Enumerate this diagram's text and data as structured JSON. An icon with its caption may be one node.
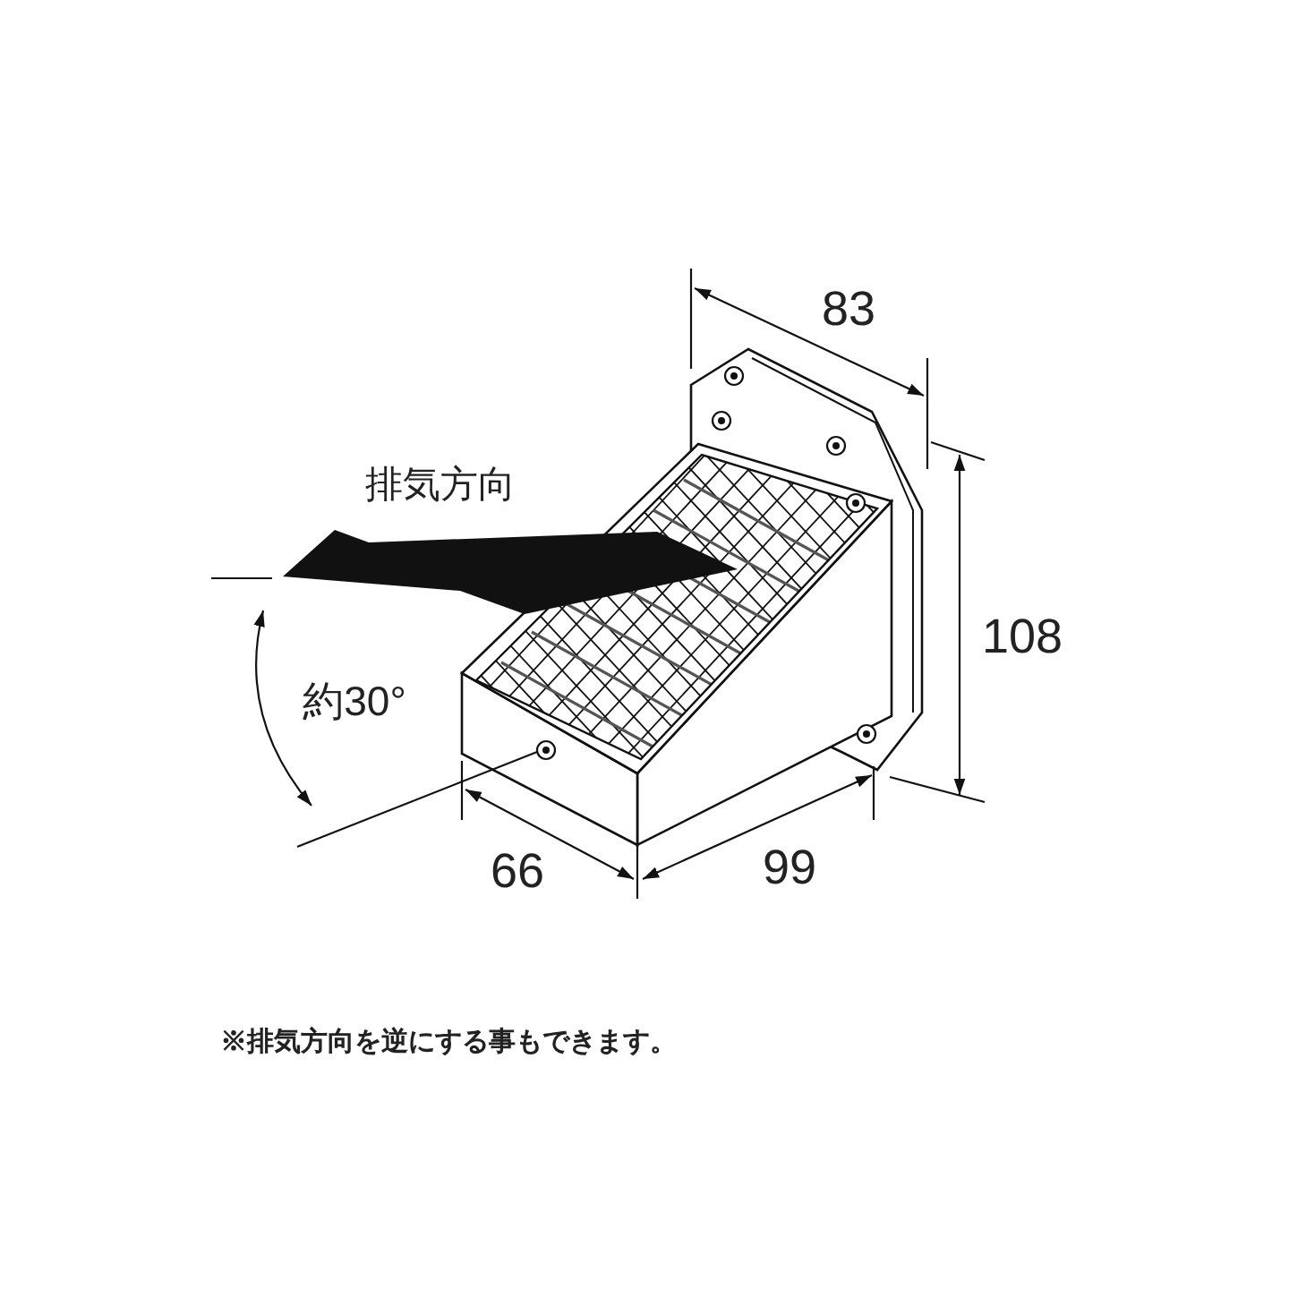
{
  "diagram": {
    "labels": [
      "83",
      "排気方向",
      "108",
      "約30°",
      "66",
      "99",
      "※排気方向を逆にする事もできます。"
    ]
  }
}
